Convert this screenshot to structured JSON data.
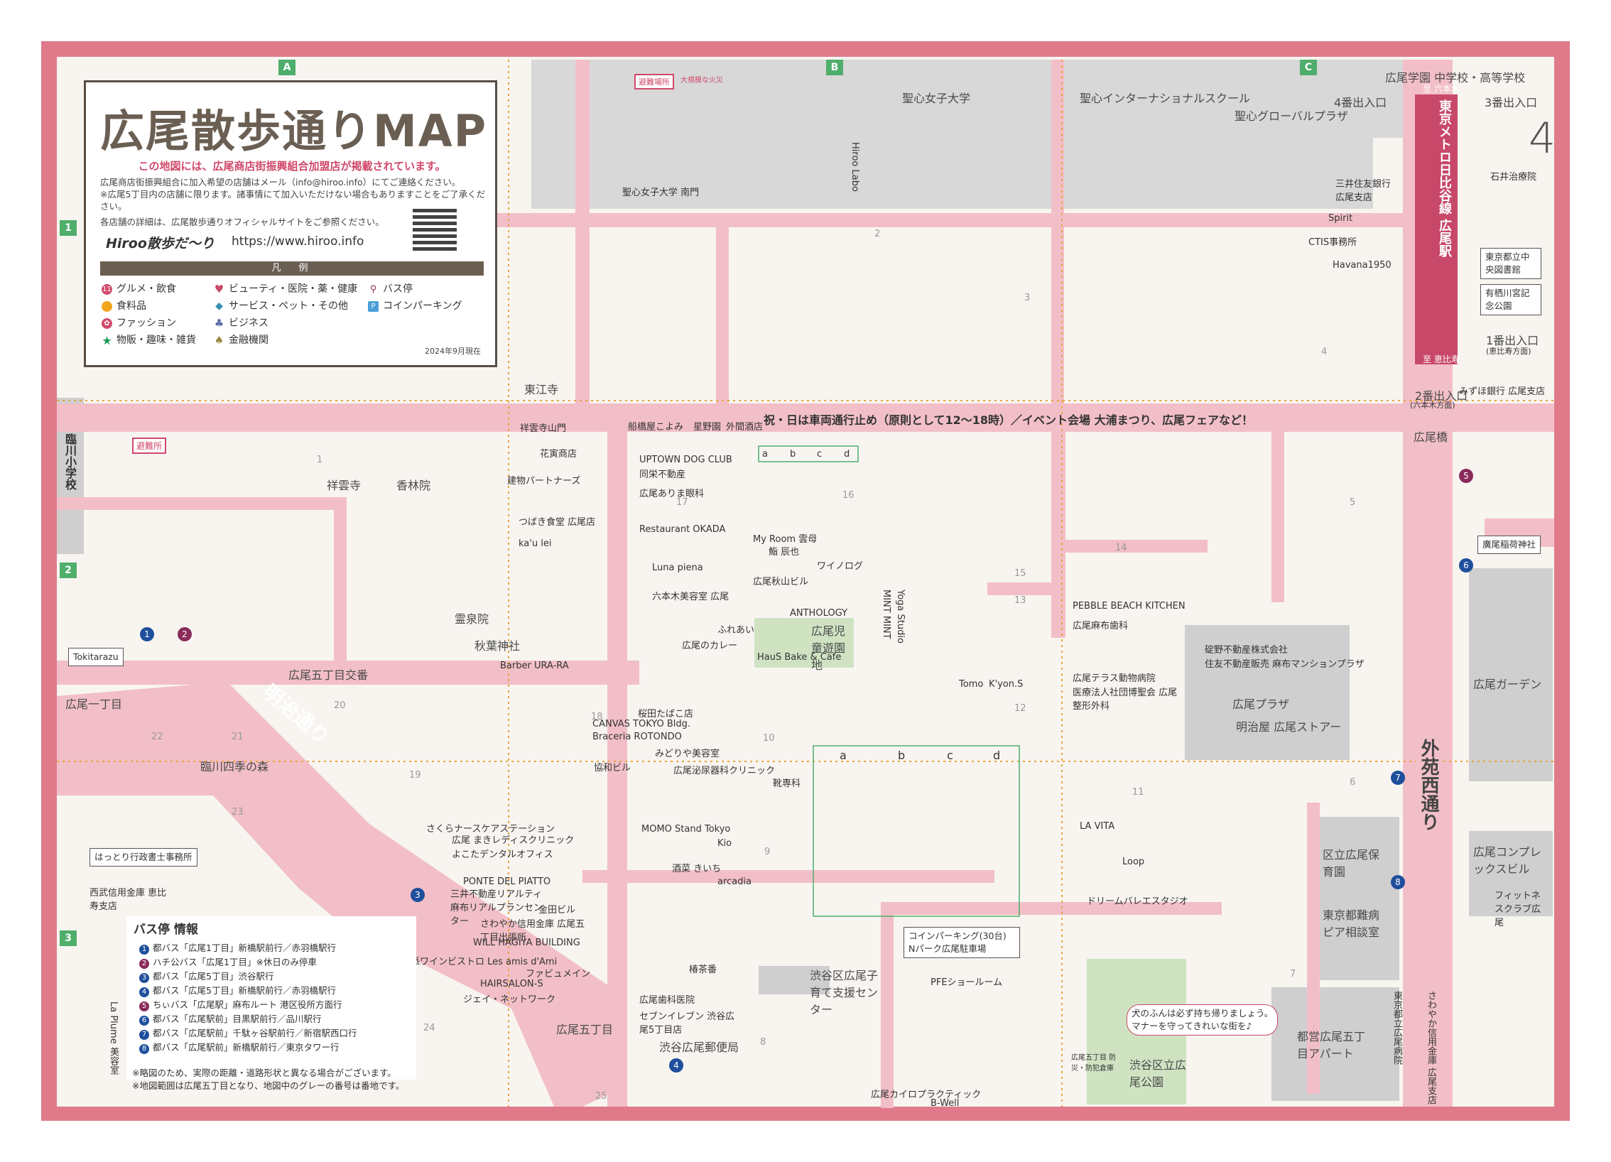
{
  "map": {
    "title": "広尾散歩通りMAP",
    "subtitle": "この地図には、広尾商店街振興組合加盟店が掲載されています。",
    "note_lines": [
      "広尾商店街振興組合に加入希望の店舗はメール（info@hiroo.info）にてご連絡ください。",
      "※広尾5丁目内の店舗に限ります。諸事情にて加入いただけない場合もありますことをご了承ください。"
    ],
    "site_note": "各店舗の詳細は、広尾散歩通りオフィシャルサイトをご参照ください。",
    "logo": "Hiroo散歩だ〜り",
    "url": "https://www.hiroo.info",
    "legend_title": "凡　例",
    "legend": [
      {
        "icon": "restaurant-icon",
        "label": "グルメ・飲食"
      },
      {
        "icon": "food-icon",
        "label": "食料品"
      },
      {
        "icon": "fashion-icon",
        "label": "ファッション"
      },
      {
        "icon": "goods-icon",
        "label": "物販・趣味・雑貨"
      },
      {
        "icon": "beauty-icon",
        "label": "ビューティ・医院・薬・健康"
      },
      {
        "icon": "service-icon",
        "label": "サービス・ペット・その他"
      },
      {
        "icon": "business-icon",
        "label": "ビジネス"
      },
      {
        "icon": "bank-icon",
        "label": "金融機関"
      },
      {
        "icon": "bus-stop-icon",
        "label": "バス停"
      },
      {
        "icon": "parking-icon",
        "label": "コインパーキング"
      }
    ],
    "date": "2024年9月現在",
    "colors": {
      "border": "#e07a8a",
      "road": "#f2bfc8",
      "title": "#6b5f53",
      "accent": "#d0496b",
      "green": "#4fae6b",
      "gray": "#cfcfcf"
    },
    "grid_cols": [
      "A",
      "B",
      "C"
    ],
    "grid_rows": [
      "1",
      "2",
      "3"
    ],
    "station": {
      "name": "東京メトロ日比谷線 広尾駅",
      "to_roppongi": "至 六本木",
      "to_ebisu": "至 恵比寿"
    },
    "exits": [
      "4番出入口",
      "3番出入口",
      "1番出入口",
      "2番出入口"
    ],
    "exit_sub": [
      "(恵比寿方面)",
      "(六本木方面)"
    ],
    "page_num": "4",
    "streets": {
      "meiji": "明治通り",
      "gaien": "外苑西通り"
    },
    "banner": "祝・日は車両通行止め（原則として12〜18時）／イベント会場 大浦まつり、広尾フェアなど！",
    "evac": "避難所",
    "evac_note_1": "大規模な火災",
    "evac_note_2": "避難場所",
    "places": {
      "seishin_univ": "聖心女子大学",
      "seishin_intl": "聖心インターナショナルスクール",
      "seishin_global": "聖心グローバルプラザ",
      "hiroo_gakuen": "広尾学園 中学校・高等学校",
      "seishin_gate": "聖心女子大学 南門",
      "rinsen": "臨川小学校",
      "hiroo_1": "広尾一丁目",
      "hiroo_5": "広尾五丁目",
      "hiroo_5_cross": "広尾五丁目交番",
      "shiki": "臨川四季の森",
      "jifukuji": "祥雲寺",
      "korinji": "香林院",
      "ryosenji": "霊泉院",
      "akiba": "秋葉神社",
      "jodoji": "東江寺",
      "kids_park": "広尾児童遊園地",
      "hiroo_plaza": "広尾プラザ",
      "meijiya": "明治屋 広尾ストアー",
      "hiroo_garden": "広尾ガーデン",
      "hoikuen": "区立広尾保育園",
      "byoin_sodan": "東京都難病ピア相談室",
      "toei": "都営広尾五丁目アパート",
      "park": "渋谷区立広尾公園",
      "kosodate": "渋谷区広尾子育て支援センター",
      "post": "渋谷広尾郵便局",
      "hiroo_complex": "広尾コンプレックスビル",
      "inari": "廣尾稲荷神社",
      "library": "東京都立中央図書館",
      "arisugawa": "有栖川宮記念公園",
      "mizuho": "みずほ銀行 広尾支店",
      "hiroo_bridge": "広尾橋",
      "toritsu_hospital": "東京都立広尾病院",
      "sayaka": "さわやか信用金庫 広尾支店",
      "la_plume": "La Plume 美容室",
      "hattori": "はっとり行政書士事務所",
      "seibu": "西武信用金庫 恵比寿支店",
      "tokitarazu": "Tokitarazu",
      "coin_parking": "コインパーキング(30台) Nパーク広尾駐車場",
      "ebiya": "広尾五丁目 防災・防犯倉庫"
    },
    "shops": [
      "船橋屋こよみ",
      "星野園",
      "外間酒店",
      "UPTOWN DOG CLUB",
      "同栄不動産",
      "広尾ありま眼科",
      "Restaurant OKADA",
      "Luna piena",
      "六本木美容室 広尾",
      "My Room 雲母",
      "ワイノログ",
      "鮨 辰也",
      "広尾秋山ビル",
      "ANTHOLOGY",
      "ふれあい",
      "広尾のカレー",
      "HauS Bake & Cafe",
      "さくらナースケアステーション",
      "広尾 まきレディスクリニック",
      "よこたデンタルオフィス",
      "PONTE DEL PIATTO",
      "三井不動産リアルティ 麻布リアルプランセンター",
      "金田ビル",
      "さわやか信用金庫 広尾五丁目出張所",
      "WILL HAGIYA BUILDING",
      "自然派ワインビストロ Les amis d'Ami",
      "ファビュメイン",
      "HAIRSALON-S",
      "ジェイ・ネットワーク",
      "MOMO Stand Tokyo",
      "Kio",
      "酒菜 きいち",
      "arcadia",
      "椿茶番",
      "広尾歯科医院",
      "セブンイレブン 渋谷広尾5丁目店",
      "PEBBLE BEACH KITCHEN",
      "広尾麻布歯科",
      "広尾テラス動物病院",
      "医療法人社団博聖会 広尾整形外科",
      "LA VITA",
      "Loop",
      "ドリームバレエスタジオ",
      "PFEショールーム",
      "B-Well",
      "広尾カイロプラクティック",
      "碇野不動産株式会社",
      "住友不動産販売 麻布マンションプラザ",
      "CTIS事務所",
      "Havana1950",
      "Spirit",
      "三井住友銀行 広尾支店",
      "石井治療院",
      "フィットネスクラブ広尾",
      "Barber URA-RA",
      "桜田たばこ店",
      "CANVAS TOKYO Bldg.",
      "Braceria ROTONDO",
      "みどりや美容室",
      "協和ビル",
      "広尾泌尿器科クリニック",
      "靴専科",
      "ka'u lei",
      "つばき食堂 広尾店",
      "花寅商店",
      "建物パートナーズ",
      "Tomo",
      "K'yon.S",
      "祥雲寺山門",
      "Hiroo Labo",
      "Yoga Studio",
      "MINT MINT"
    ],
    "bus_title": "バス停 情報",
    "bus_lines": [
      {
        "n": "1",
        "text": "都バス「広尾1丁目」新橋駅前行／赤羽橋駅行"
      },
      {
        "n": "2",
        "text": "ハチ公バス「広尾1丁目」※休日のみ停車"
      },
      {
        "n": "3",
        "text": "都バス「広尾5丁目」渋谷駅行"
      },
      {
        "n": "4",
        "text": "都バス「広尾5丁目」新橋駅前行／赤羽橋駅行"
      },
      {
        "n": "5",
        "text": "ちぃバス「広尾駅」麻布ルート 港区役所方面行"
      },
      {
        "n": "6",
        "text": "都バス「広尾駅前」目黒駅前行／品川駅行"
      },
      {
        "n": "7",
        "text": "都バス「広尾駅前」千駄ヶ谷駅前行／新宿駅西口行"
      },
      {
        "n": "8",
        "text": "都バス「広尾駅前」新橋駅前行／東京タワー行"
      }
    ],
    "bottom_notes": [
      "※略図のため、実際の距離・道路形状と異なる場合がございます。",
      "※地図範囲は広尾五丁目となり、地図中のグレーの番号は番地です。"
    ],
    "dog_note_1": "犬のふんは必ず持ち帰りましょう。",
    "dog_note_2": "マナーを守ってきれいな街を♪",
    "block_labels": [
      "a",
      "b",
      "c",
      "d"
    ],
    "blocks": [
      "1",
      "2",
      "3",
      "4",
      "5",
      "6",
      "7",
      "8",
      "9",
      "10",
      "11",
      "12",
      "13",
      "14",
      "15",
      "16",
      "17",
      "18",
      "19",
      "20",
      "21",
      "22",
      "23",
      "24",
      "25"
    ]
  }
}
